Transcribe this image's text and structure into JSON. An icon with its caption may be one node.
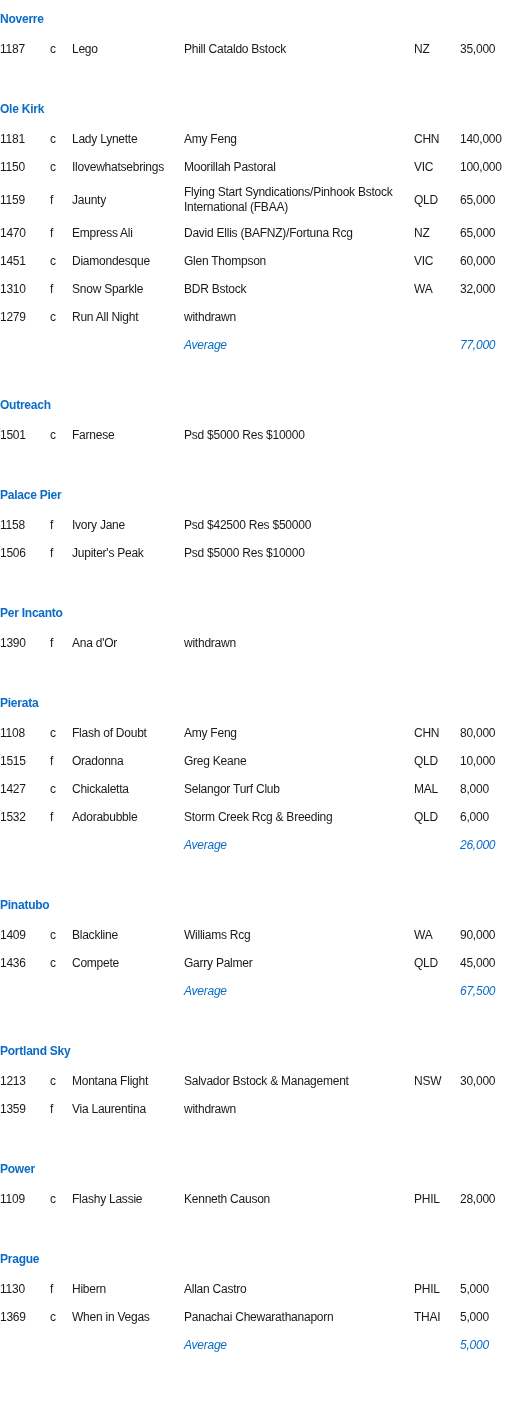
{
  "diagram": {
    "labels": [
      "Noverre",
      "1187",
      "c",
      "Lego",
      "Phill Cataldo Bstock",
      "NZ",
      "35,000",
      "Ole Kirk",
      "1181",
      "c",
      "Lady Lynette",
      "Amy Feng",
      "CHN",
      "140,000",
      "1150",
      "c",
      "Ilovewhatsebrings",
      "Moorillah Pastoral",
      "VIC",
      "100,000",
      "1159",
      "f",
      "Jaunty",
      "Flying Start Syndications/Pinhook Bstock International (FBAA)",
      "QLD",
      "65,000",
      "1470",
      "f",
      "Empress Ali",
      "David Ellis (BAFNZ)/Fortuna Rcg",
      "NZ",
      "65,000",
      "1451",
      "c",
      "Diamondesque",
      "Glen Thompson",
      "VIC",
      "60,000",
      "1310",
      "f",
      "Snow Sparkle",
      "BDR Bstock",
      "WA",
      "32,000",
      "1279",
      "c",
      "Run All Night",
      "withdrawn",
      "Average",
      "77,000",
      "Outreach",
      "1501",
      "c",
      "Farnese",
      "Psd $5000 Res $10000",
      "Palace Pier",
      "1158",
      "f",
      "Ivory Jane",
      "Psd $42500 Res $50000",
      "1506",
      "f",
      "Jupiter's Peak",
      "Psd $5000 Res $10000",
      "Per Incanto",
      "1390",
      "f",
      "Ana d'Or",
      "withdrawn",
      "Pierata",
      "1108",
      "c",
      "Flash of Doubt",
      "Amy Feng",
      "CHN",
      "80,000",
      "1515",
      "f",
      "Oradonna",
      "Greg Keane",
      "QLD",
      "10,000",
      "1427",
      "c",
      "Chickaletta",
      "Selangor Turf Club",
      "MAL",
      "8,000",
      "1532",
      "f",
      "Adorabubble",
      "Storm Creek Rcg & Breeding",
      "QLD",
      "6,000",
      "Average",
      "26,000",
      "Pinatubo",
      "1409",
      "c",
      "Blackline",
      "Williams Rcg",
      "WA",
      "90,000",
      "1436",
      "c",
      "Compete",
      "Garry Palmer",
      "QLD",
      "45,000",
      "Average",
      "67,500",
      "Portland Sky",
      "1213",
      "c",
      "Montana Flight",
      "Salvador Bstock & Management",
      "NSW",
      "30,000",
      "1359",
      "f",
      "Via Laurentina",
      "withdrawn",
      "Power",
      "1109",
      "c",
      "Flashy Lassie",
      "Kenneth Causon",
      "PHIL",
      "28,000",
      "Prague",
      "1130",
      "f",
      "Hibern",
      "Allan Castro",
      "PHIL",
      "5,000",
      "1369",
      "c",
      "When in Vegas",
      "Panachai Chewarathanaporn",
      "THAI",
      "5,000",
      "Average",
      "5,000"
    ]
  }
}
